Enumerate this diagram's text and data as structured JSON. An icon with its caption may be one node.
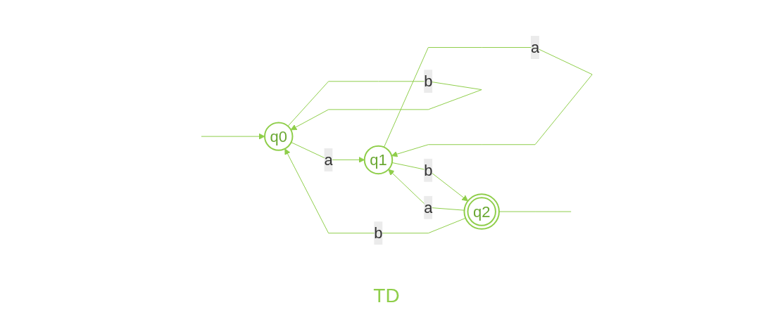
{
  "diagram": {
    "nodes": [
      {
        "text": [
          "q0"
        ]
      },
      {
        "text": [
          "q1"
        ]
      },
      {
        "text": [
          "q2"
        ]
      }
    ],
    "edges": [
      {
        "from": null,
        "to": 0,
        "arrow": "to"
      },
      {
        "from": 0,
        "to": 0,
        "label": "b",
        "arrow": "to"
      },
      {
        "from": 0,
        "to": 1,
        "label": "a",
        "arrow": "to"
      },
      {
        "from": 1,
        "to": 1,
        "label": "a",
        "arrow": "to"
      },
      {
        "from": 1,
        "to": 2,
        "label": "b",
        "arrow": "to"
      },
      {
        "from": 2,
        "to": 1,
        "label": "a",
        "arrow": "to"
      },
      {
        "from": 2,
        "to": 0,
        "label": "b",
        "arrow": "to"
      },
      {
        "from": 2,
        "to": null,
        "arrow": "none"
      }
    ],
    "labels": [
      "TD"
    ]
  }
}
